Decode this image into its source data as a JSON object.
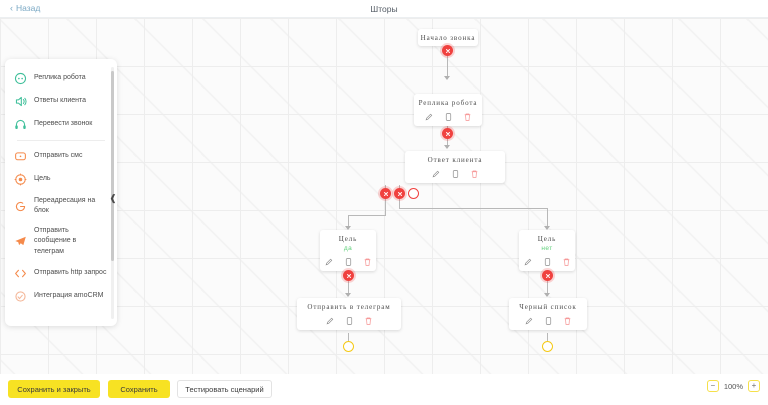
{
  "topbar": {
    "back_label": "Назад",
    "back_icon": "chevron-left-icon",
    "title": "Шторы"
  },
  "sidebar": {
    "collapse_icon": "chevron-left-icon",
    "items": [
      {
        "label": "Реплика робота",
        "icon": "robot-reply-icon",
        "color": "#3fbf9a"
      },
      {
        "label": "Ответы клиента",
        "icon": "client-answer-icon",
        "color": "#3fbf9a"
      },
      {
        "label": "Перевести звонок",
        "icon": "headset-icon",
        "color": "#3fbf9a"
      },
      {
        "label": "Отправить смс",
        "icon": "sms-icon",
        "color": "#f58a4b"
      },
      {
        "label": "Цель",
        "icon": "target-icon",
        "color": "#f58a4b"
      },
      {
        "label": "Переадресация на блок",
        "icon": "redirect-icon",
        "color": "#f58a4b"
      },
      {
        "label": "Отправить сообщение в телеграм",
        "icon": "telegram-icon",
        "color": "#f58a4b"
      },
      {
        "label": "Отправить http запрос",
        "icon": "code-icon",
        "color": "#f58a4b"
      },
      {
        "label": "Интеграция amoCRM",
        "icon": "amocrm-icon",
        "color": "#f58a4b"
      }
    ],
    "divider_after_index": 2
  },
  "flow": {
    "node_action_icons": [
      "pencil-icon",
      "copy-icon",
      "trash-icon"
    ],
    "nodes": [
      {
        "id": "start",
        "title": "Начало звонка",
        "sub": "",
        "has_actions": false
      },
      {
        "id": "robot-reply",
        "title": "Реплика робота",
        "sub": "",
        "has_actions": true
      },
      {
        "id": "client-answer",
        "title": "Ответ клиента",
        "sub": "",
        "has_actions": true
      },
      {
        "id": "goal-yes",
        "title": "Цель",
        "sub": "да",
        "has_actions": true
      },
      {
        "id": "goal-no",
        "title": "Цель",
        "sub": "нет",
        "has_actions": true
      },
      {
        "id": "send-telegram",
        "title": "Отправить в телеграм",
        "sub": "",
        "has_actions": true
      },
      {
        "id": "blacklist",
        "title": "Черный список",
        "sub": "",
        "has_actions": true
      }
    ],
    "badges": [
      {
        "id": "badge-start",
        "type": "red-close"
      },
      {
        "id": "badge-robot-reply",
        "type": "red-close"
      },
      {
        "id": "badge-branch-1",
        "type": "red-close"
      },
      {
        "id": "badge-branch-2",
        "type": "red-close"
      },
      {
        "id": "badge-branch-add",
        "type": "hollow-red"
      },
      {
        "id": "badge-goal-yes",
        "type": "red-close"
      },
      {
        "id": "badge-goal-no",
        "type": "red-close"
      },
      {
        "id": "badge-telegram-end",
        "type": "hollow-yellow"
      },
      {
        "id": "badge-blacklist-end",
        "type": "hollow-yellow"
      }
    ]
  },
  "bottombar": {
    "save_and_close": "Сохранить и закрыть",
    "save": "Сохранить",
    "test_scenario": "Тестировать сценарий",
    "zoom_out_icon": "minus-icon",
    "zoom_in_icon": "plus-icon",
    "zoom_level": "100%"
  },
  "colors": {
    "accent_yellow": "#f7e223",
    "red": "#f0413f",
    "green": "#5fcf7a",
    "teal": "#3fbf9a",
    "orange": "#f58a4b"
  }
}
